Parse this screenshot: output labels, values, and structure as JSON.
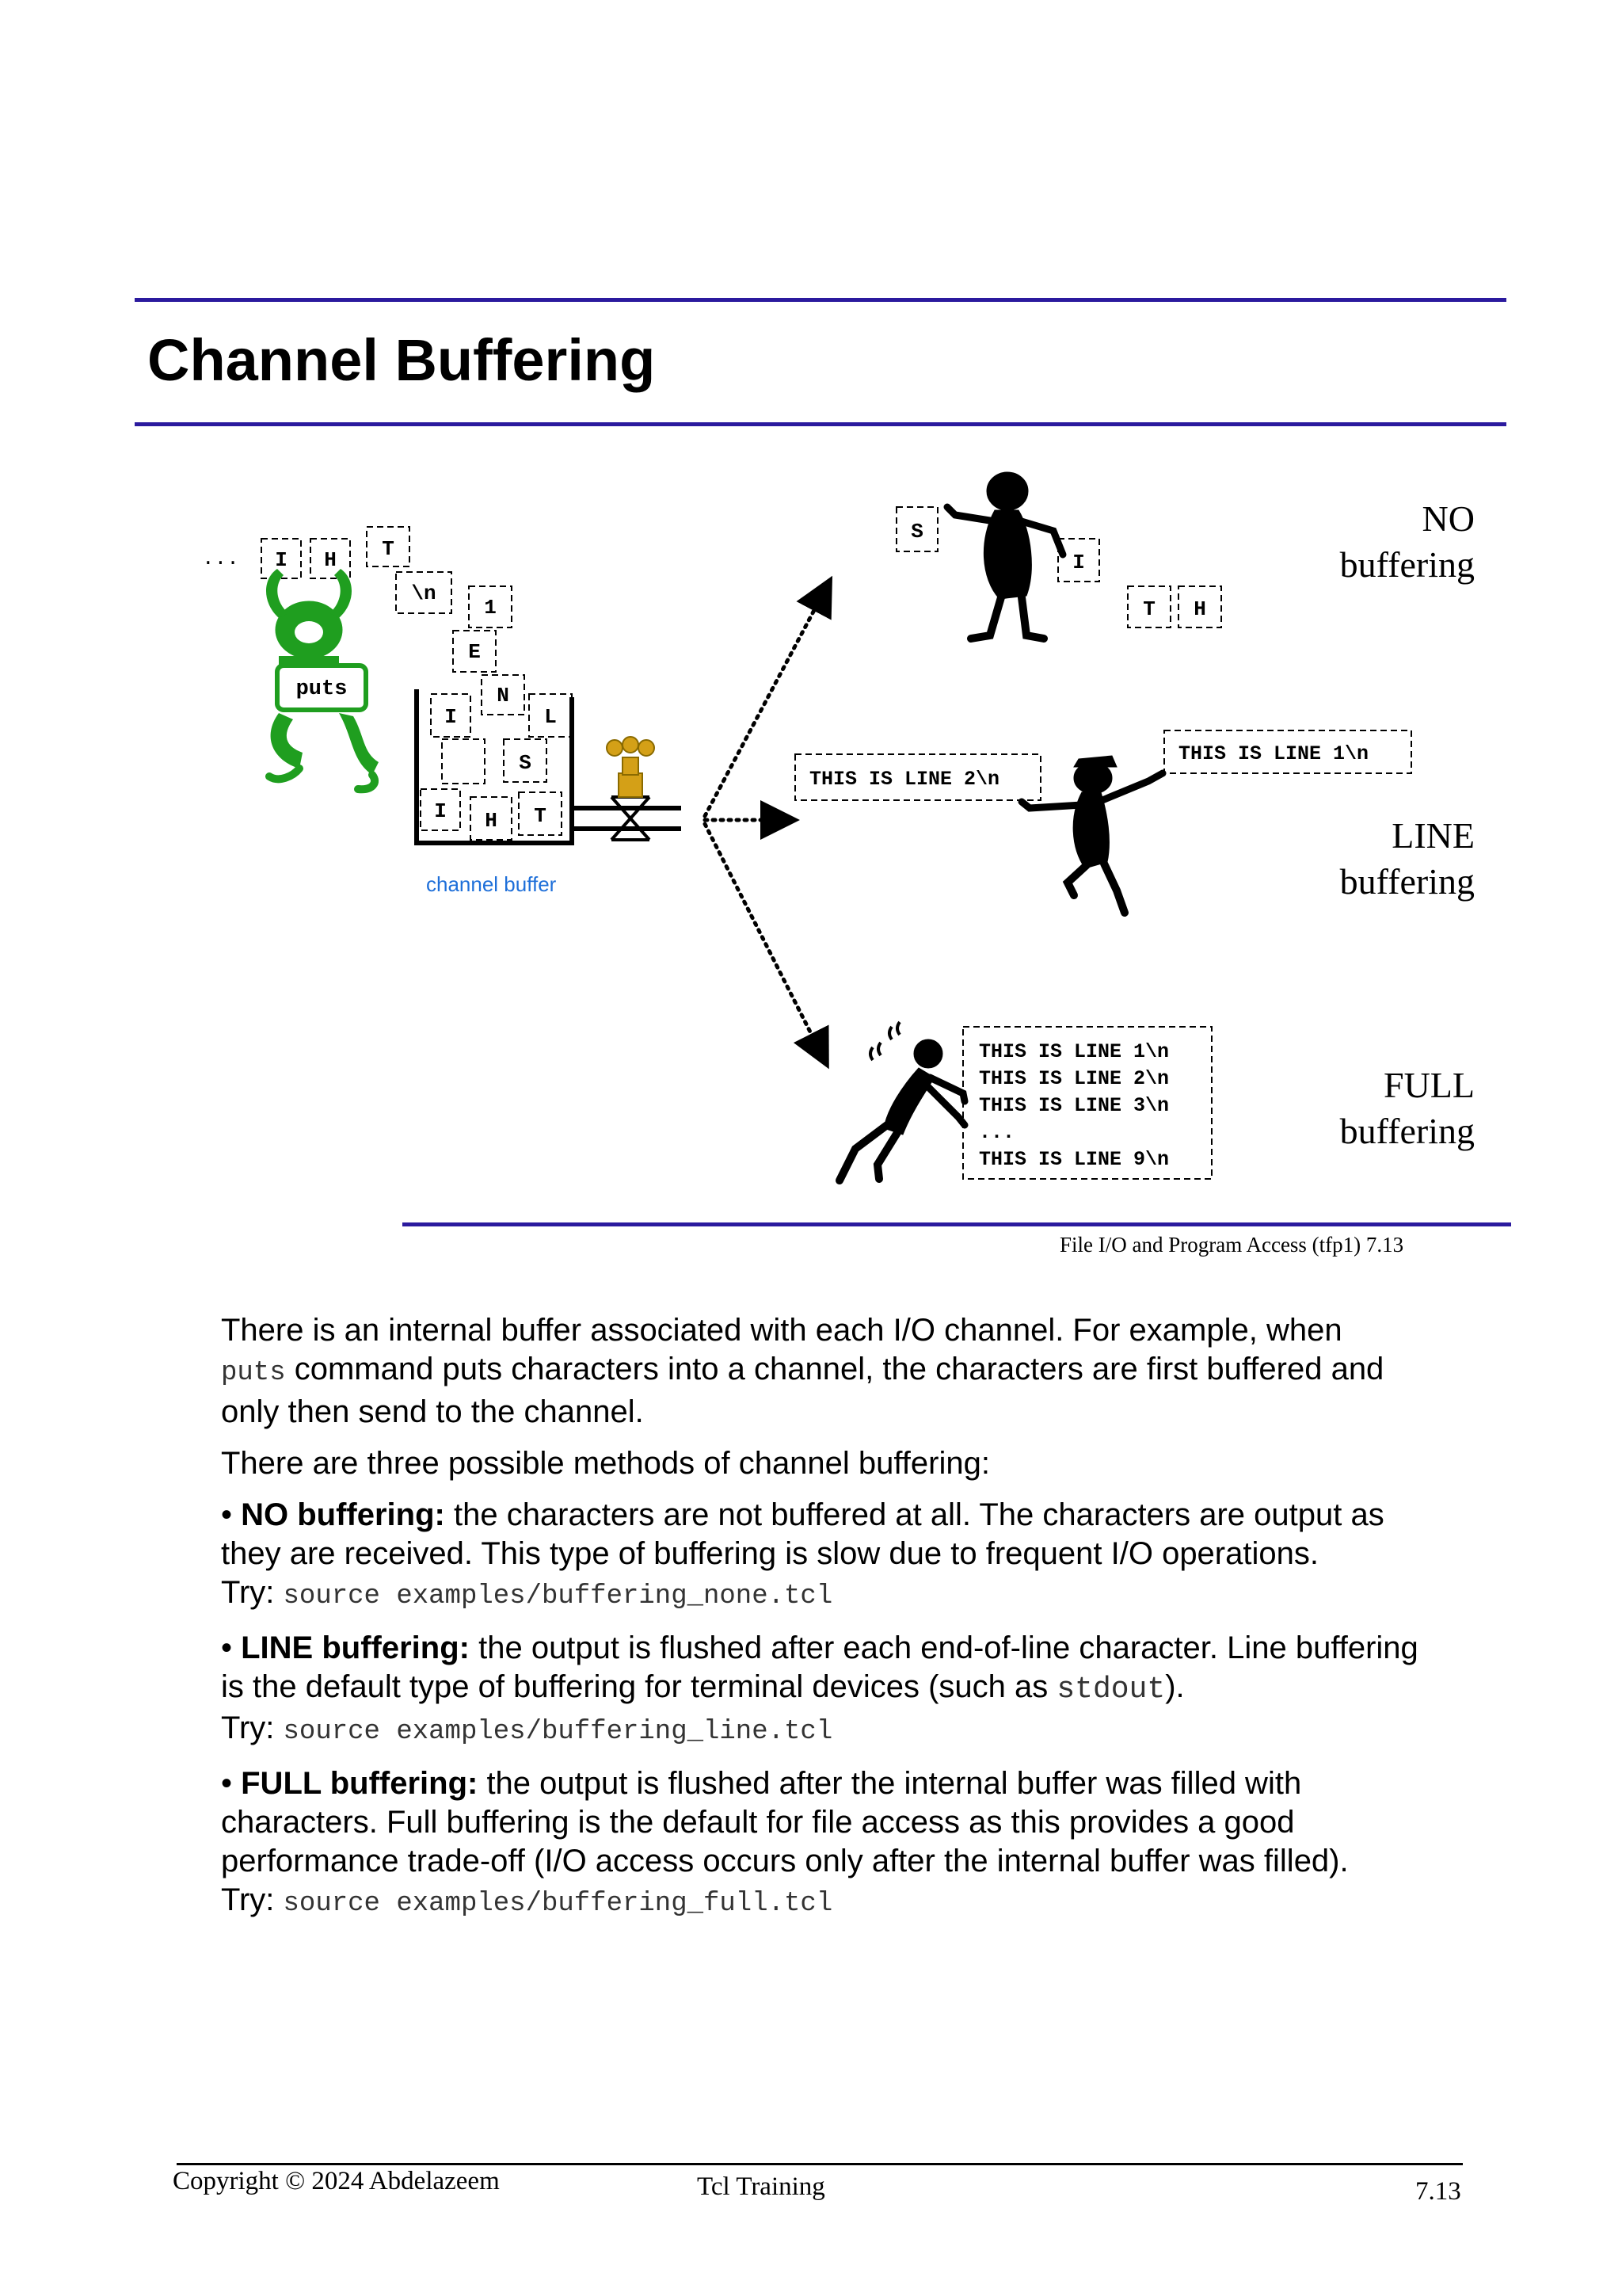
{
  "slide": {
    "title": "Channel Buffering",
    "caption": "File I/O and Program Access (tfp1)  7.13"
  },
  "diagram": {
    "puts_label": "puts",
    "channel_buffer_label": "channel buffer",
    "ellipsis": "...",
    "stream_chars": [
      "I",
      "H",
      "T",
      "\\n",
      "1",
      "E",
      "N",
      "I",
      "L",
      "S",
      "I",
      "H",
      "T"
    ],
    "no_chars": [
      "S",
      "I",
      "T",
      "H"
    ],
    "line1": "THIS IS LINE 1\\n",
    "line2": "THIS IS LINE 2\\n",
    "full_lines": [
      "THIS IS LINE 1\\n",
      "THIS IS LINE 2\\n",
      "THIS IS LINE 3\\n",
      "...",
      "THIS IS LINE 9\\n"
    ],
    "labels": {
      "no_a": "NO",
      "no_b": "buffering",
      "line_a": "LINE",
      "line_b": "buffering",
      "full_a": "FULL",
      "full_b": "buffering"
    },
    "colors": {
      "frog": "#1f9e1f",
      "rule": "#2b1a9e",
      "caption_blue": "#1e6fd9",
      "valve": "#d4a017"
    }
  },
  "notes": {
    "p1_a": "There is an internal buffer associated with each I/O channel. For example, when",
    "p1_code": "puts",
    "p1_b": " command puts characters into a channel, the characters are first buffered and only then send to the channel.",
    "p2": "There are three possible methods of channel buffering:",
    "p3_bold": "NO buffering:",
    "p3_text": "  the characters are not buffered at all. The characters are output as they are received. This type of buffering is slow due to frequent I/O operations.",
    "p3_try": "Try:",
    "p3_code": "source examples/buffering_none.tcl",
    "p4_bold": "LINE buffering:",
    "p4_text": "  the output is flushed after each end-of-line character. Line buffering is the default type of buffering for terminal devices (such as ",
    "p4_code_inline": "stdout",
    "p4_text_end": ").",
    "p4_try": "Try:",
    "p4_code": "source examples/buffering_line.tcl",
    "p5_bold": "FULL buffering:",
    "p5_text": "  the output is flushed after the internal buffer was filled with characters. Full buffering is the default for file access as this provides a good performance trade-off (I/O access occurs only after the internal buffer was filled).",
    "p5_try": "Try:",
    "p5_code": "source examples/buffering_full.tcl"
  },
  "footer": {
    "copyright": "Copyright © 2024 Abdelazeem",
    "center": "Tcl Training",
    "page": "7.13"
  }
}
